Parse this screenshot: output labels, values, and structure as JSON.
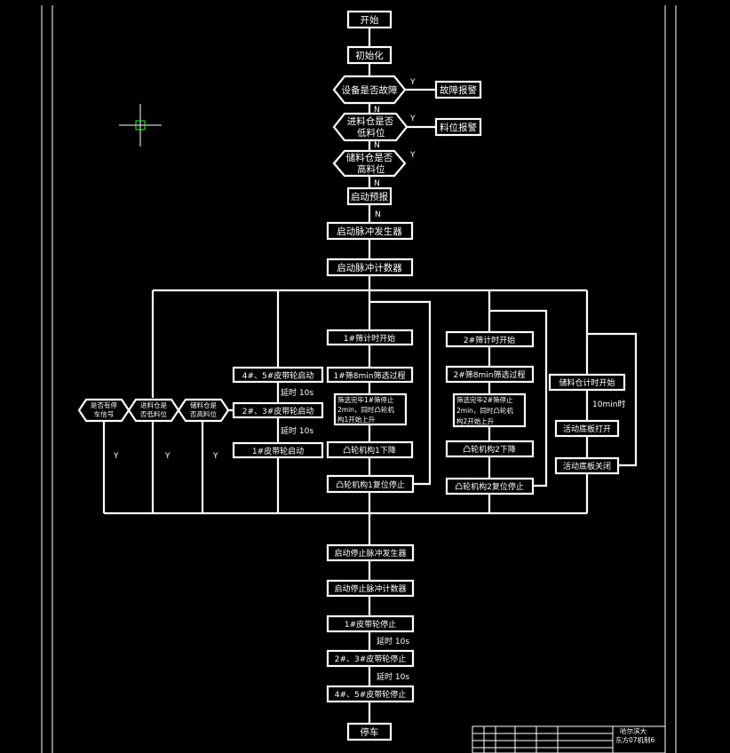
{
  "nodes": {
    "start": "开始",
    "init": "初始化",
    "fault_q": "设备是否故障",
    "fault_alarm": "故障报警",
    "feed_low_q1": "进料仓是否",
    "feed_low_q2": "低料位",
    "level_alarm": "料位报警",
    "store_high_q1": "储料仓是否",
    "store_high_q2": "高料位",
    "start_warn": "启动预报",
    "start_pulse_gen": "启动脉冲发生器",
    "start_pulse_cnt": "启动脉冲计数器",
    "belt45_start": "4#、5#皮带轮启动",
    "belt23_start": "2#、3#皮带轮启动",
    "belt1_start": "1#皮带轮启动",
    "screen1_timer": "1#筛计时开始",
    "screen1_process": "1#筛8min筛选过程",
    "screen1_note_1": "筛选完毕1#筛停止",
    "screen1_note_2": "2min，同时凸轮机",
    "screen1_note_3": "构1开始上升",
    "cam1_down": "凸轮机构1下降",
    "cam1_reset": "凸轮机构1复位停止",
    "screen2_timer": "2#筛计时开始",
    "screen2_process": "2#筛8min筛选过程",
    "screen2_note_1": "筛选完毕2#筛停止",
    "screen2_note_2": "2min，同时凸轮机",
    "screen2_note_3": "构2开始上升",
    "cam2_down": "凸轮机构2下降",
    "cam2_reset": "凸轮机构2复位停止",
    "store_timer": "储料仓计时开始",
    "gate_open": "活动底板打开",
    "gate_close": "活动底板关闭",
    "hex1_1": "是否有停",
    "hex1_2": "车信号",
    "hex2_1": "进料仓是",
    "hex2_2": "否低料位",
    "hex3_1": "储料仓是",
    "hex3_2": "否高料位",
    "stop_pulse_gen": "启动停止脉冲发生器",
    "stop_pulse_cnt": "启动停止脉冲计数器",
    "belt1_stop": "1#皮带轮停止",
    "belt23_stop": "2#、3#皮带轮停止",
    "belt45_stop": "4#、5#皮带轮停止",
    "stop": "停车"
  },
  "labels": {
    "yes": "Y",
    "no": "N",
    "delay": "延时 10s",
    "ten_min": "10min时"
  },
  "title_block": {
    "line1": "哈尔滨大",
    "line2": "东方07机制6"
  }
}
